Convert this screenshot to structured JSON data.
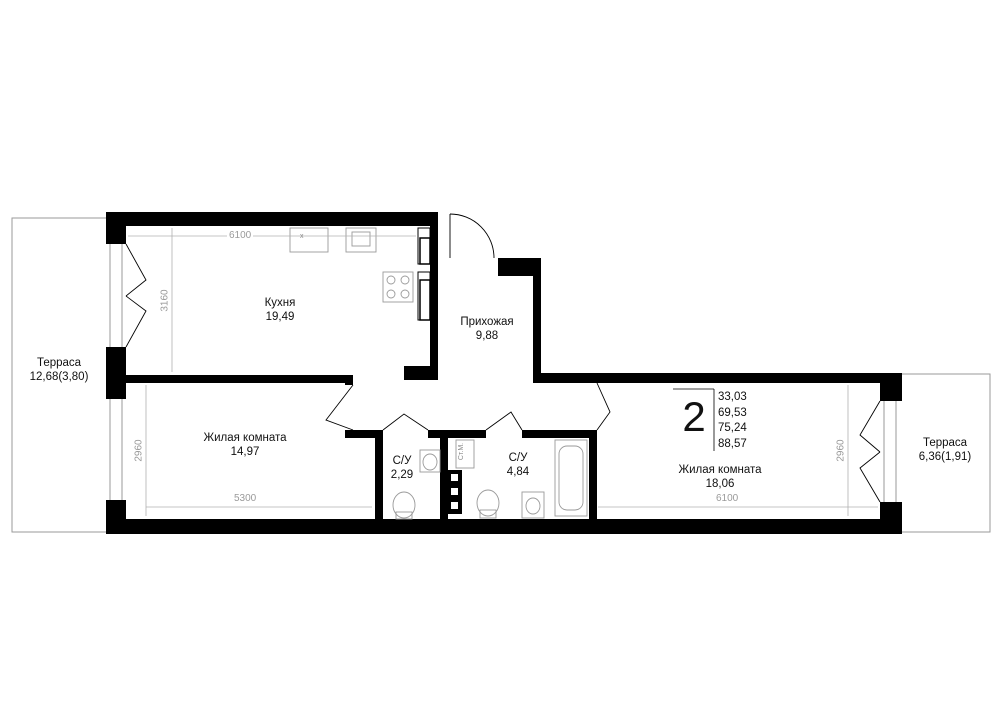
{
  "apartment": {
    "rooms_count": "2",
    "areas": [
      "33,03",
      "69,53",
      "75,24",
      "88,57"
    ]
  },
  "rooms": {
    "kitchen": {
      "name": "Кухня",
      "area": "19,49"
    },
    "hallway": {
      "name": "Прихожая",
      "area": "9,88"
    },
    "living_left": {
      "name": "Жилая комната",
      "area": "14,97"
    },
    "bath_small": {
      "name": "С/У",
      "area": "2,29"
    },
    "bath_big": {
      "name": "С/У",
      "area": "4,84"
    },
    "living_right": {
      "name": "Жилая комната",
      "area": "18,06"
    },
    "terrace_left": {
      "name": "Терраса",
      "area": "12,68(3,80)"
    },
    "terrace_right": {
      "name": "Терраса",
      "area": "6,36(1,91)"
    }
  },
  "dimensions": {
    "kitchen_width": "6100",
    "kitchen_depth": "3160",
    "living_left_width": "5300",
    "living_left_depth": "2960",
    "living_right_width": "6100",
    "living_right_depth": "2960"
  },
  "marks": {
    "riser": "Ст.М.",
    "stove_mark": "x"
  },
  "colors": {
    "wall": "#000000",
    "thin_line": "#9a9a9a",
    "text": "#111111"
  }
}
